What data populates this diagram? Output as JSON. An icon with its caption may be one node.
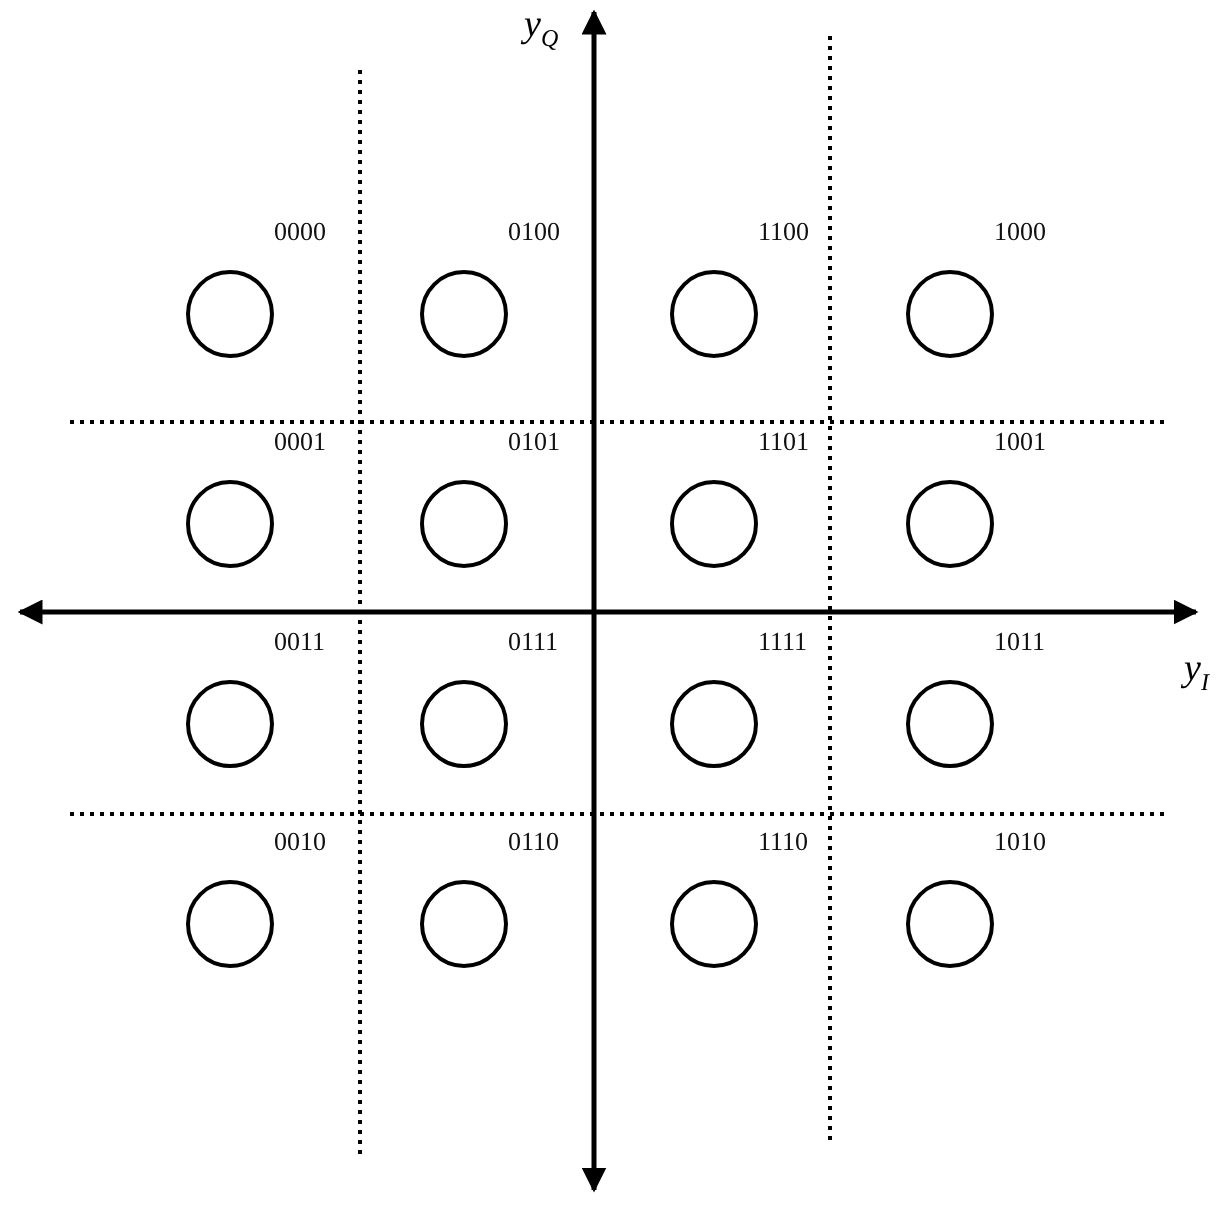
{
  "diagram": {
    "labels": [
      "y$_{Q}$",
      "0000",
      "0100",
      "1100",
      "1000",
      "0001",
      "0101",
      "1101",
      "1001",
      "0011",
      "0111",
      "1111",
      "1011",
      "y$_{I}$",
      "0010",
      "0110",
      "1110",
      "1010"
    ]
  }
}
